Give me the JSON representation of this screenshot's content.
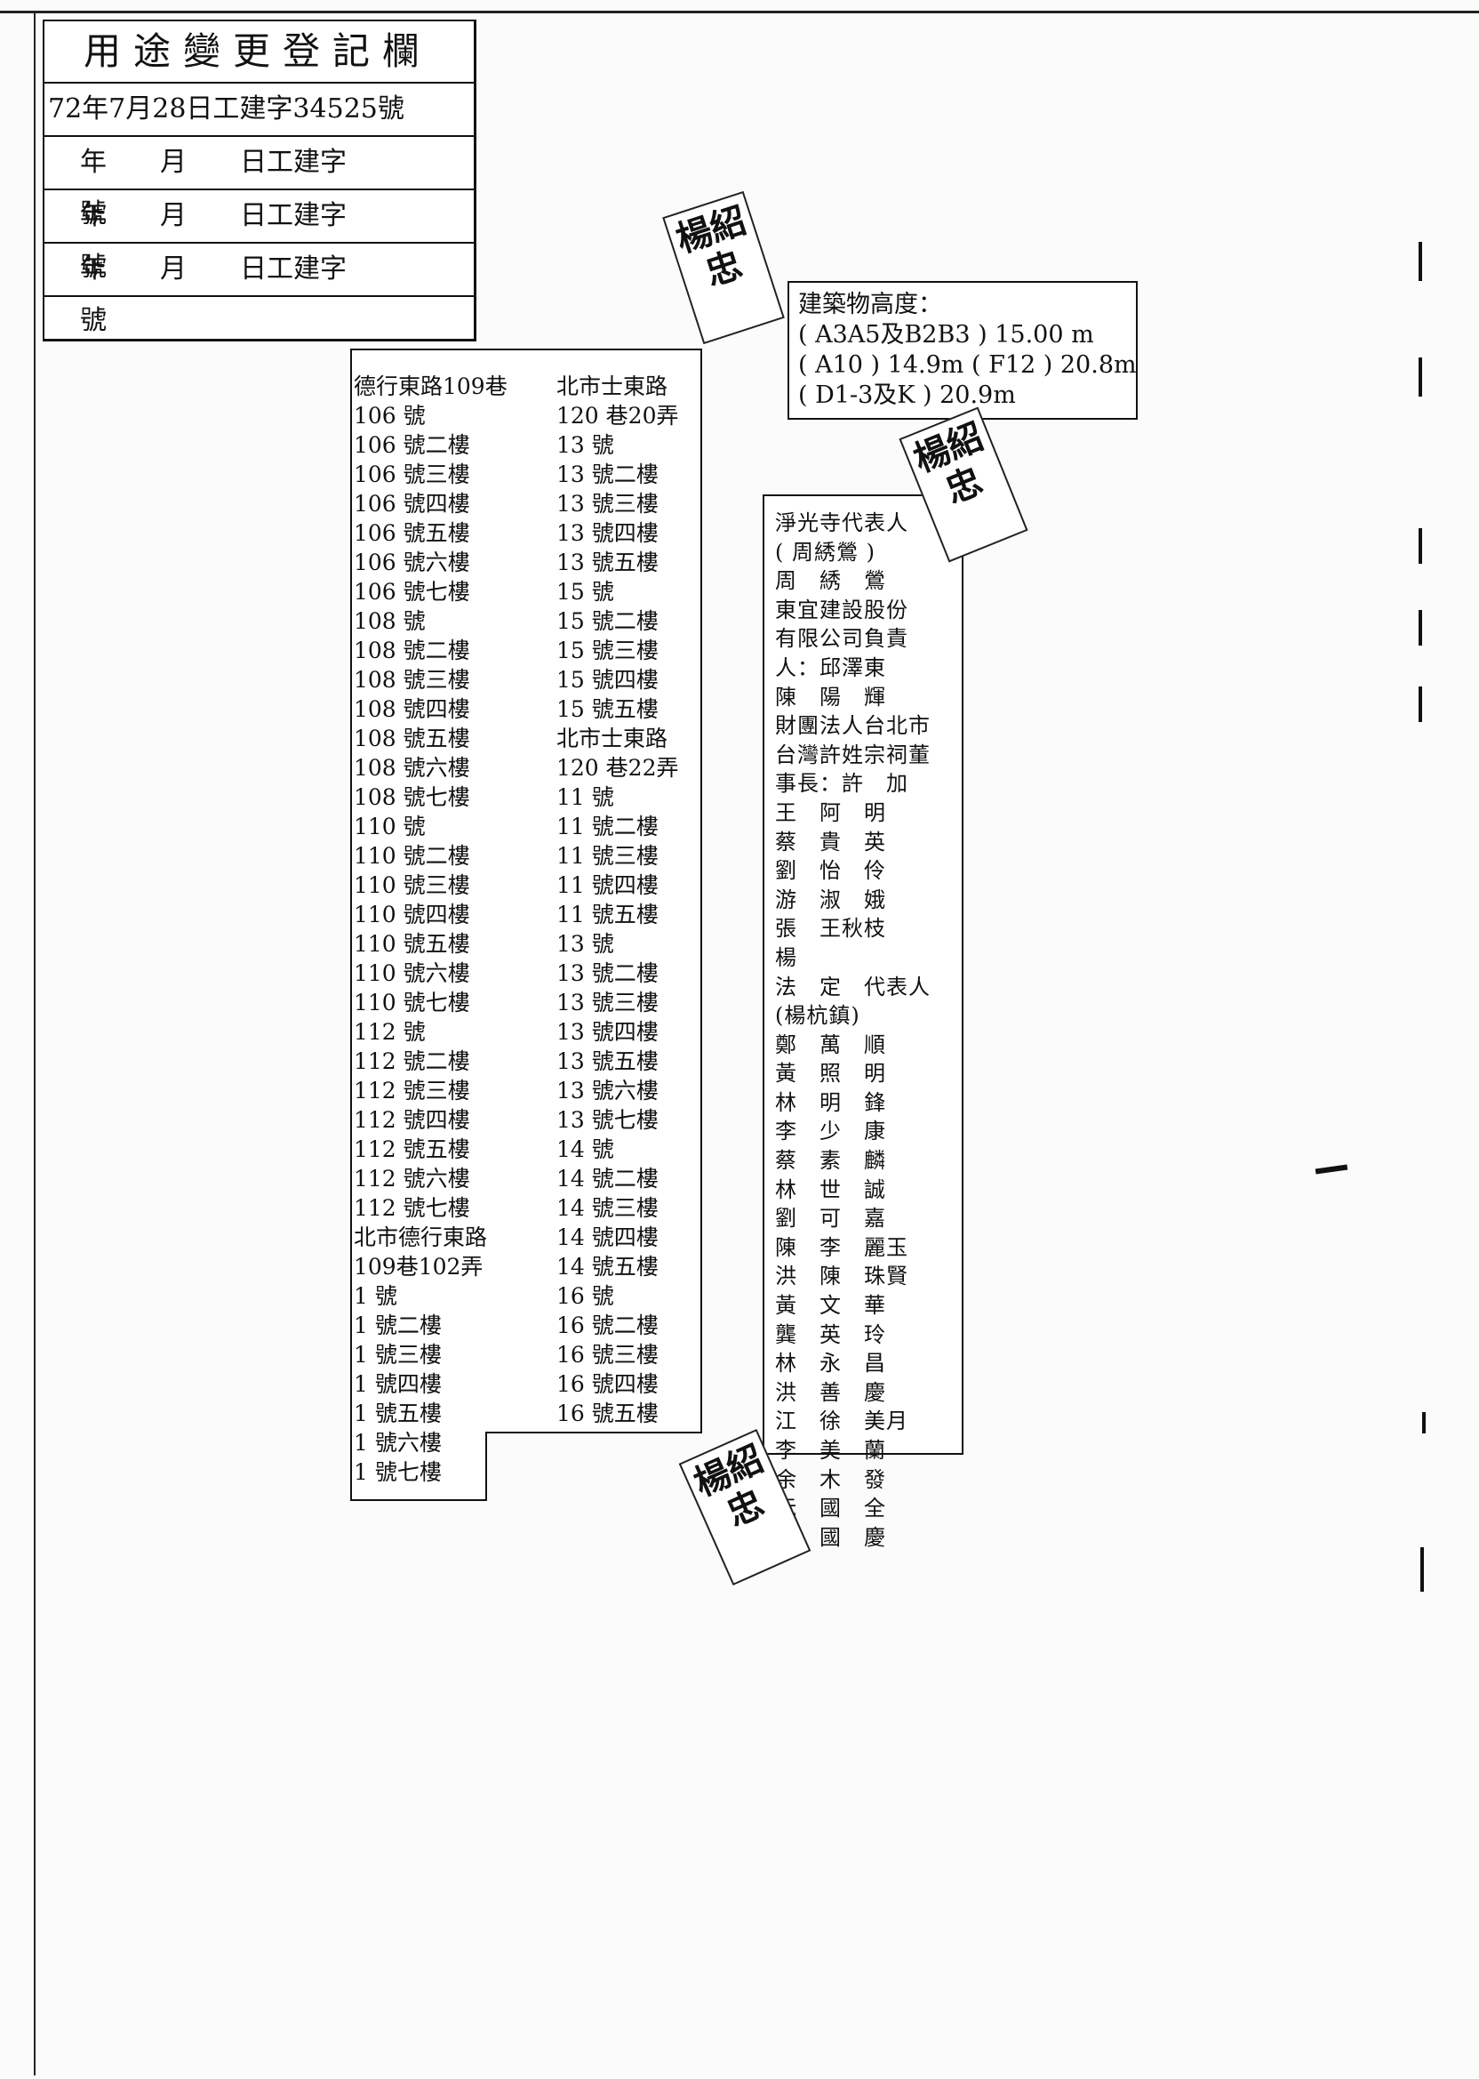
{
  "registry": {
    "title": "用途變更登記欄",
    "rows": [
      "72年7月28日工建字34525號",
      "年　　月　　日工建字　　　　號",
      "年　　月　　日工建字　　　　號",
      "年　　月　　日工建字　　　　號"
    ]
  },
  "heights": {
    "label": "建築物高度：",
    "lines": [
      "( A3A5及B2B3 ) 15.00 m",
      "( A10 ) 14.9m ( F12 ) 20.8m",
      "( D1-3及K ) 20.9m"
    ]
  },
  "addresses": {
    "col_a": [
      "德行東路109巷",
      "106 號",
      "106 號二樓",
      "106 號三樓",
      "106 號四樓",
      "106 號五樓",
      "106 號六樓",
      "106 號七樓",
      "108 號",
      "108 號二樓",
      "108 號三樓",
      "108 號四樓",
      "108 號五樓",
      "108 號六樓",
      "108 號七樓",
      "110 號",
      "110 號二樓",
      "110 號三樓",
      "110 號四樓",
      "110 號五樓",
      "110 號六樓",
      "110 號七樓",
      "112 號",
      "112 號二樓",
      "112 號三樓",
      "112 號四樓",
      "112 號五樓",
      "112 號六樓",
      "112 號七樓",
      "北市德行東路",
      "109巷102弄",
      "1 號",
      "1 號二樓",
      "1 號三樓",
      "1 號四樓",
      "1 號五樓",
      "1 號六樓",
      "1 號七樓"
    ],
    "col_b": [
      "北市士東路",
      "120 巷20弄",
      "13 號",
      "13 號二樓",
      "13 號三樓",
      "13 號四樓",
      "13 號五樓",
      "15 號",
      "15 號二樓",
      "15 號三樓",
      "15 號四樓",
      "15 號五樓",
      "北市士東路",
      "120 巷22弄",
      "11 號",
      "11 號二樓",
      "11 號三樓",
      "11 號四樓",
      "11 號五樓",
      "13 號",
      "13 號二樓",
      "13 號三樓",
      "13 號四樓",
      "13 號五樓",
      "13 號六樓",
      "13 號七樓",
      "14 號",
      "14 號二樓",
      "14 號三樓",
      "14 號四樓",
      "14 號五樓",
      "16 號",
      "16 號二樓",
      "16 號三樓",
      "16 號四樓",
      "16 號五樓"
    ]
  },
  "names": {
    "rows": [
      "淨光寺代表人",
      "( 周綉鶯 )",
      "周　綉　鶯",
      "東宜建設股份",
      "有限公司負責",
      "人：邱澤東",
      "陳　陽　輝",
      "財團法人台北市",
      "台灣許姓宗祠董",
      "事長：許　加",
      "王　阿　明",
      "蔡　貴　英",
      "劉　怡　伶",
      "游　淑　娥",
      "張　王秋枝",
      "楊　",
      "法　定　代表人",
      "(楊杭鎮)",
      "鄭　萬　順",
      "黃　照　明",
      "林　明　鋒",
      "李　少　康",
      "蔡　素　麟",
      "林　世　誠",
      "劉　可　嘉",
      "陳　李　麗玉",
      "洪　陳　珠賢",
      "黃　文　華",
      "龔　英　玲",
      "林　永　昌",
      "洪　善　慶",
      "江　徐　美月",
      "李　美　蘭",
      "余　木　發",
      "阮　國　全",
      "劉　國　慶"
    ]
  },
  "seal_text": "楊紹忠"
}
